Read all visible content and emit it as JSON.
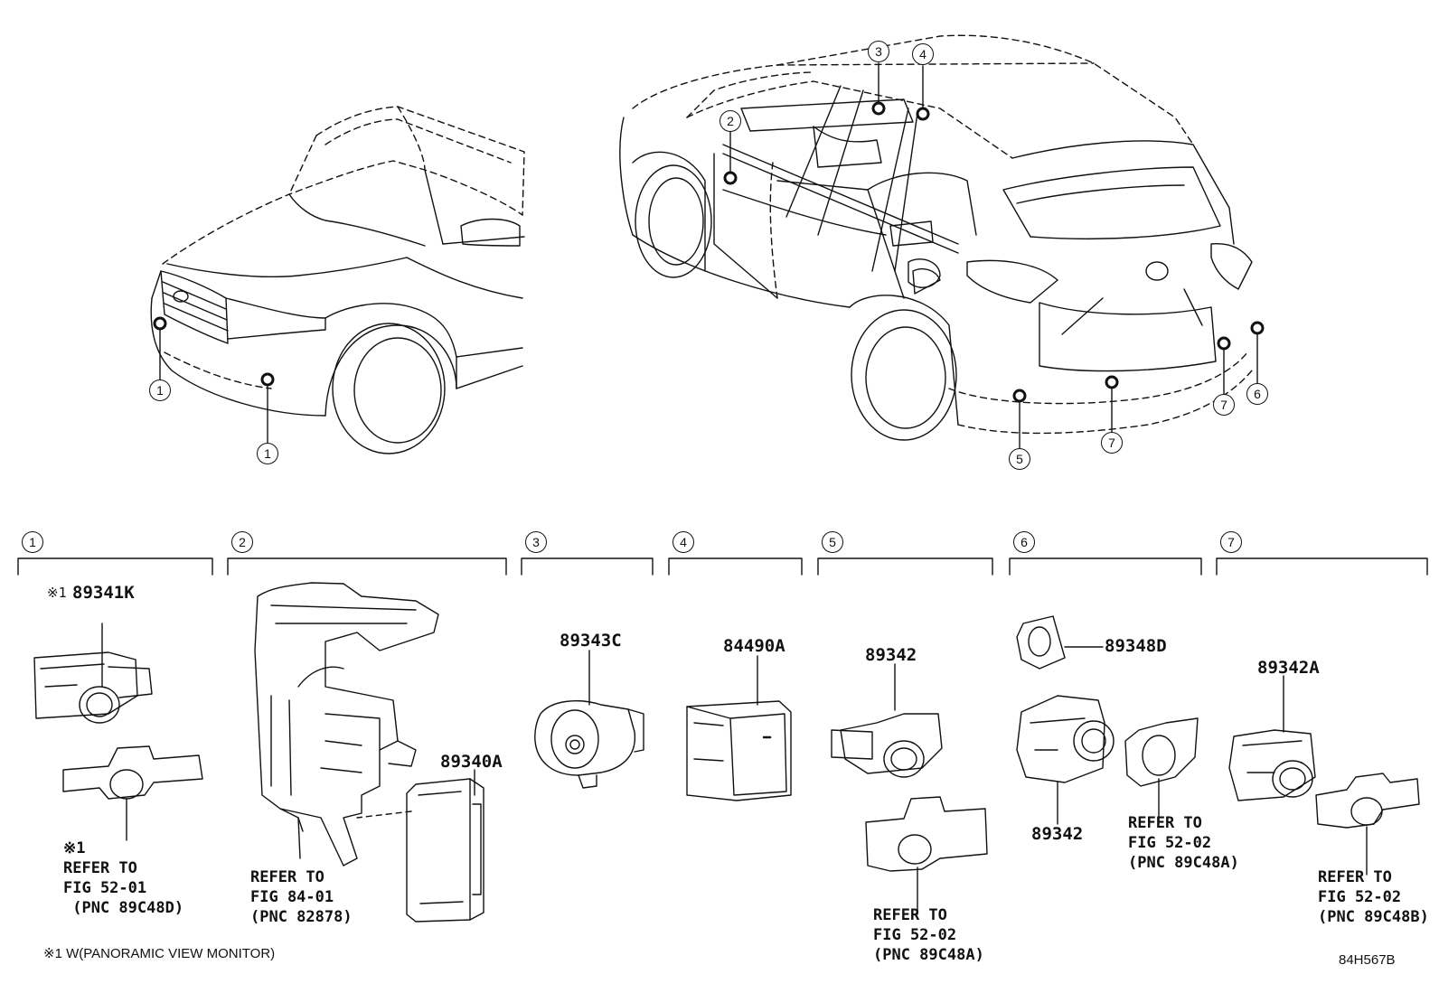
{
  "callouts": {
    "front": [
      "1",
      "1"
    ],
    "rear": [
      "2",
      "3",
      "4",
      "5",
      "6",
      "7",
      "7"
    ]
  },
  "sections": [
    {
      "num": "1"
    },
    {
      "num": "2"
    },
    {
      "num": "3"
    },
    {
      "num": "4"
    },
    {
      "num": "5"
    },
    {
      "num": "6"
    },
    {
      "num": "7"
    }
  ],
  "parts": {
    "p89341K_mark": "※1",
    "p89341K": "89341K",
    "p89343C": "89343C",
    "p84490A": "84490A",
    "p89342_s5": "89342",
    "p89348D": "89348D",
    "p89342_s6": "89342",
    "p89342A": "89342A",
    "p89340A": "89340A"
  },
  "refs": {
    "r1": "※1\nREFER TO\nFIG 52-01\n (PNC 89C48D)",
    "r2": "REFER TO\nFIG 84-01\n(PNC 82878)",
    "r5": "REFER TO\nFIG 52-02\n(PNC 89C48A)",
    "r6": "REFER TO\nFIG 52-02\n(PNC 89C48A)",
    "r7": "REFER TO\nFIG 52-02\n(PNC 89C48B)"
  },
  "footnote": "※1 W(PANORAMIC VIEW MONITOR)",
  "figure_code": "84H567B"
}
